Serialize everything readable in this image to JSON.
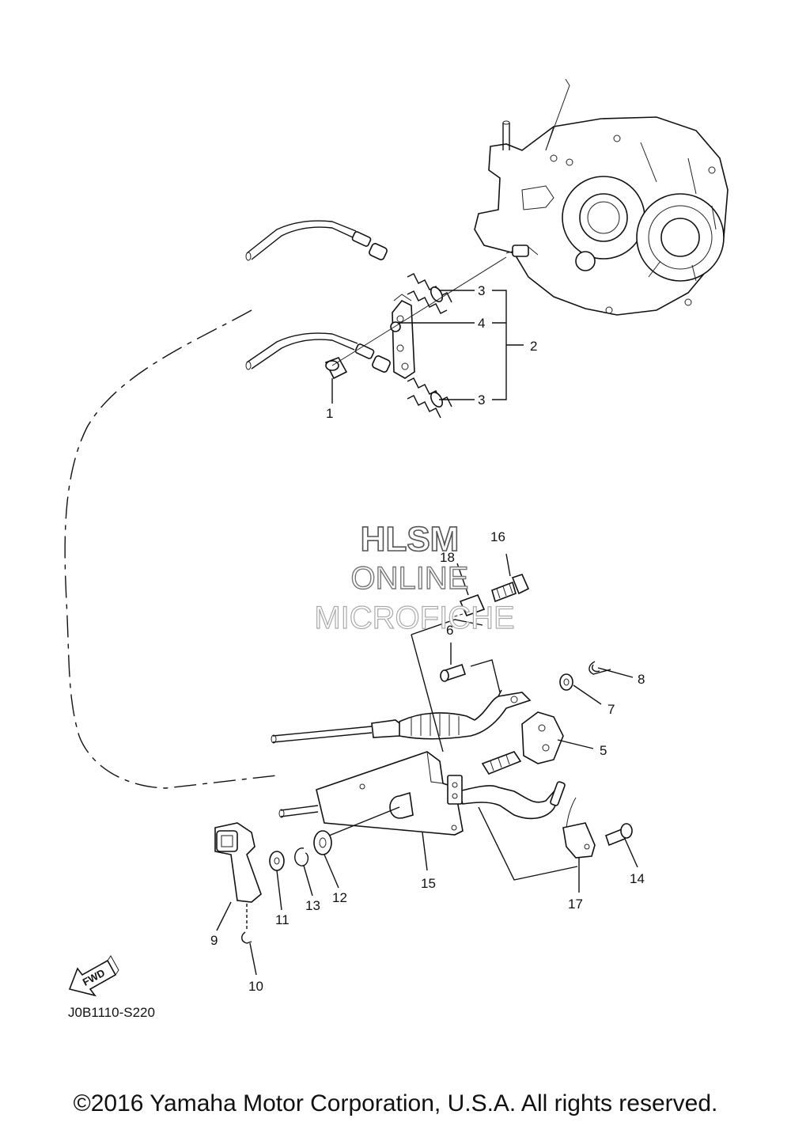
{
  "callouts": [
    {
      "id": "c1",
      "label": "1"
    },
    {
      "id": "c2",
      "label": "2"
    },
    {
      "id": "c3a",
      "label": "3"
    },
    {
      "id": "c3b",
      "label": "3"
    },
    {
      "id": "c4",
      "label": "4"
    },
    {
      "id": "c5",
      "label": "5"
    },
    {
      "id": "c6",
      "label": "6"
    },
    {
      "id": "c7",
      "label": "7"
    },
    {
      "id": "c8",
      "label": "8"
    },
    {
      "id": "c9",
      "label": "9"
    },
    {
      "id": "c10",
      "label": "10"
    },
    {
      "id": "c11",
      "label": "11"
    },
    {
      "id": "c12",
      "label": "12"
    },
    {
      "id": "c13",
      "label": "13"
    },
    {
      "id": "c14",
      "label": "14"
    },
    {
      "id": "c15",
      "label": "15"
    },
    {
      "id": "c16",
      "label": "16"
    },
    {
      "id": "c17",
      "label": "17"
    },
    {
      "id": "c18",
      "label": "18"
    }
  ],
  "watermark": {
    "line1": "HLSM",
    "line2": "ONLINE",
    "line3": "MICROFICHE"
  },
  "fwd_label": "FWD",
  "diagram_code": "J0B1110-S220",
  "copyright": "©2016 Yamaha Motor Corporation, U.S.A. All rights reserved."
}
